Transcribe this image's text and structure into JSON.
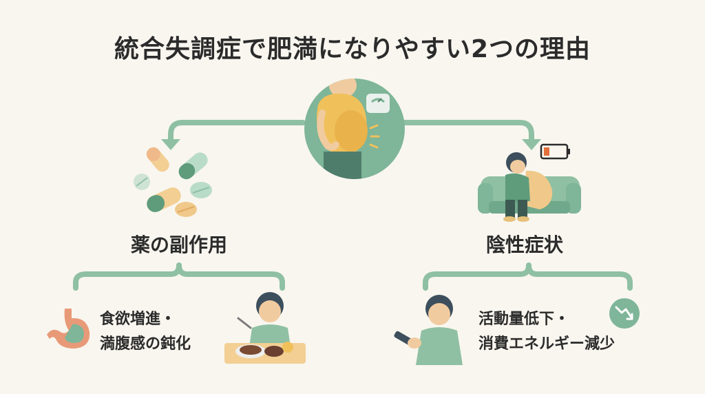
{
  "title": "統合失調症で肥満になりやすい2つの理由",
  "left": {
    "heading": "薬の副作用",
    "detail_line1": "食欲増進・",
    "detail_line2": "満腹感の鈍化"
  },
  "right": {
    "heading": "陰性症状",
    "detail_line1": "活動量低下・",
    "detail_line2": "消費エネルギー減少"
  },
  "colors": {
    "accent": "#8fc0a3",
    "dark_green": "#5e9c7b",
    "shirt_yellow": "#f0c15b",
    "background": "#f8f6ef"
  }
}
